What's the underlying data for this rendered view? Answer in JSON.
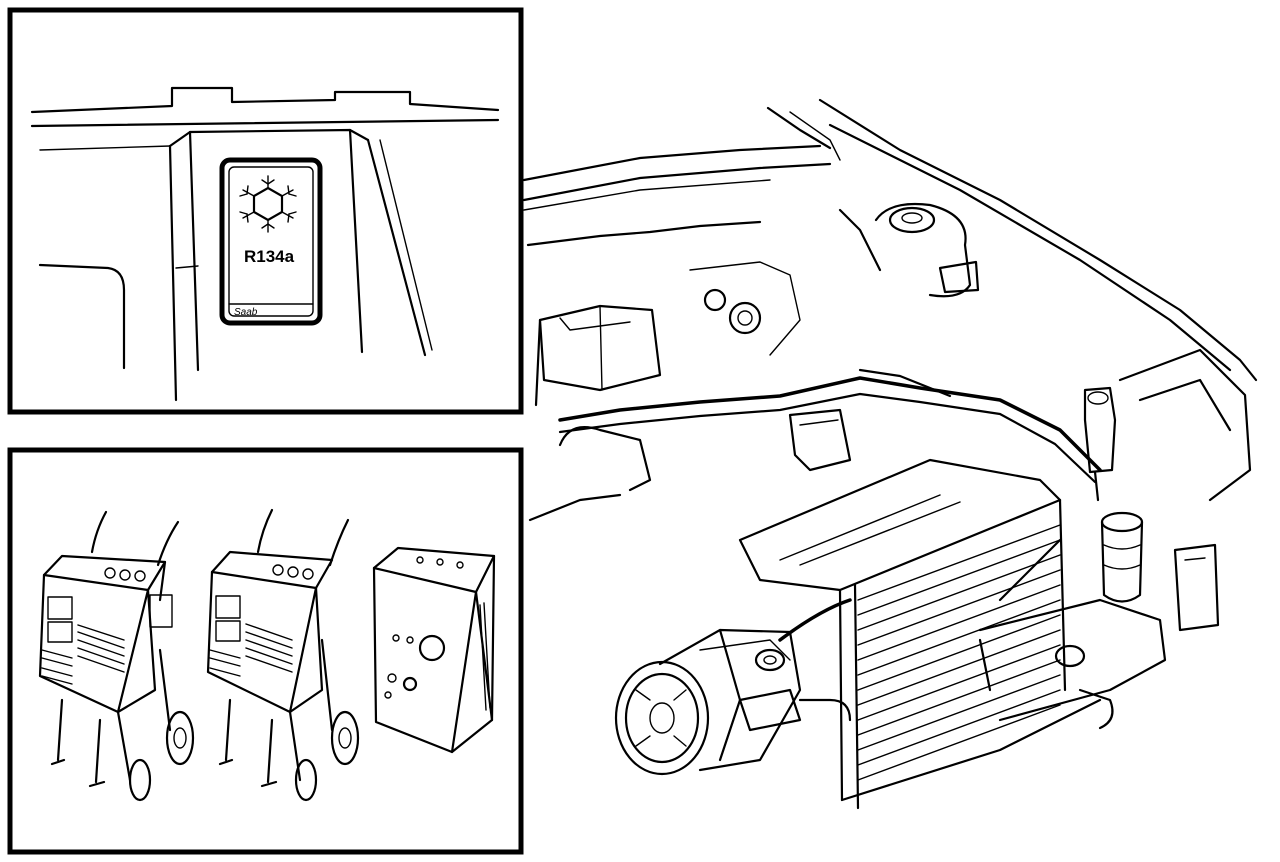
{
  "decal": {
    "refrigerant_label": "R134a",
    "brand_label": "Saab",
    "icon": "snowflake-hexagon-icon"
  },
  "panels": {
    "top_left": "refrigerant-decal-inset",
    "bottom_left": "service-stations-inset",
    "right": "engine-bay-ac-system"
  }
}
